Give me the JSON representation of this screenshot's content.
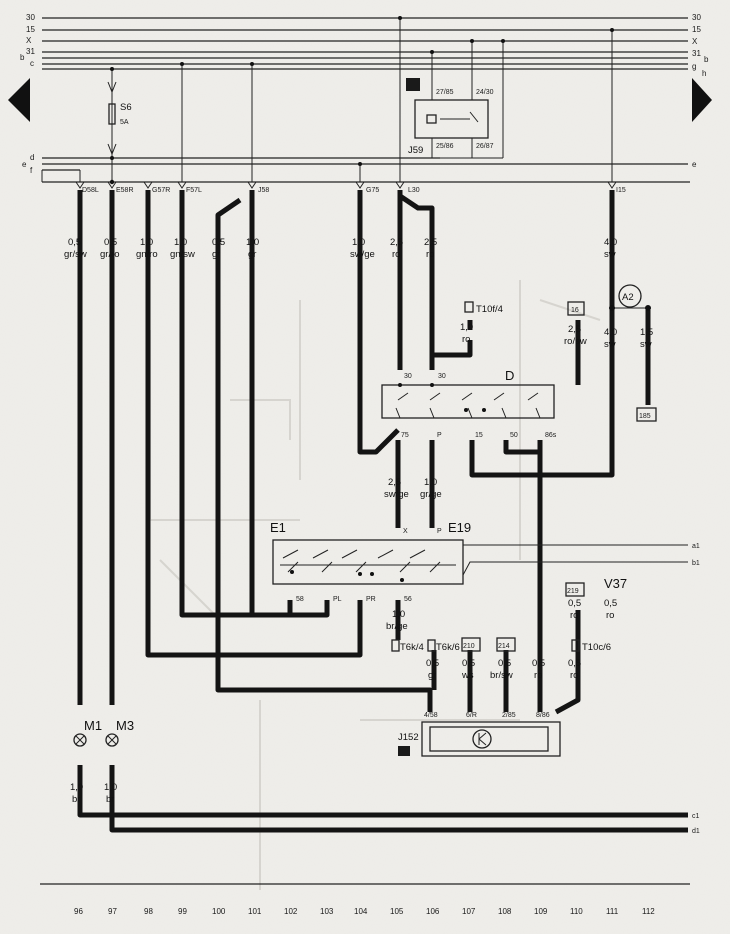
{
  "diagram": {
    "bus_lines_left": [
      "30",
      "15",
      "X",
      "31",
      "b",
      "c",
      "d",
      "e",
      "f"
    ],
    "bus_lines_right": [
      "30",
      "15",
      "X",
      "31",
      "b",
      "g",
      "h",
      "e"
    ],
    "fuse": {
      "name": "S6",
      "rating": "5A"
    },
    "top_terminals": [
      "D58L",
      "E58R",
      "G57R",
      "F57L",
      "J58",
      "G75",
      "L30",
      "I15"
    ],
    "wires": [
      {
        "size": "0,5",
        "color": "gr/sw"
      },
      {
        "size": "0,5",
        "color": "gr/ro"
      },
      {
        "size": "1,0",
        "color": "gn/ro"
      },
      {
        "size": "1,0",
        "color": "gn/sw"
      },
      {
        "size": "0,5",
        "color": "gr"
      },
      {
        "size": "1,0",
        "color": "gr"
      },
      {
        "size": "1,0",
        "color": "sw/ge"
      },
      {
        "size": "2,5",
        "color": "ro"
      },
      {
        "size": "2,5",
        "color": "ro"
      },
      {
        "size": "4,0",
        "color": "sw"
      }
    ],
    "relay": {
      "name": "J59",
      "pins": [
        "27/85",
        "24/30",
        "25/86",
        "26/87"
      ]
    },
    "connector_t10f": {
      "name": "T10f/4",
      "size": "1,0",
      "color": "ro"
    },
    "box_16": "16",
    "wire_2_5_rosw": {
      "size": "2,5",
      "color": "ro/sw"
    },
    "wire_4_0_sw": {
      "size": "4,0",
      "color": "sw"
    },
    "a2": "A2",
    "wire_1_5_sw": {
      "size": "1,5",
      "color": "sw"
    },
    "box_185": "185",
    "switch_d": {
      "name": "D",
      "top_pins": [
        "30",
        "30"
      ],
      "bottom_pins": [
        "75",
        "P",
        "15",
        "50",
        "86s"
      ]
    },
    "wire_sw_ge": {
      "size": "2,5",
      "color": "sw/ge"
    },
    "wire_gr_ge": {
      "size": "1,0",
      "color": "gr/ge"
    },
    "switch_e1": {
      "name": "E1",
      "right_name": "E19",
      "top_pins": [
        "X",
        "P"
      ],
      "bottom_pins": [
        "58",
        "PL",
        "PR",
        "56"
      ]
    },
    "bus_right_labels": [
      "a1",
      "b1"
    ],
    "wire_br_ge": {
      "size": "1,0",
      "color": "br/ge"
    },
    "conn_t6k4": "T6k/4",
    "conn_t6k6": "T6k/6",
    "box_210": "210",
    "box_214": "214",
    "box_219": "219",
    "v37": "V37",
    "conn_t10c6": "T10c/6",
    "lower_wires": [
      {
        "size": "0,5",
        "color": "gr"
      },
      {
        "size": "0,5",
        "color": "ws"
      },
      {
        "size": "0,5",
        "color": "br/sw"
      },
      {
        "size": "0,5",
        "color": "ro"
      },
      {
        "size": "0,5",
        "color": "ro"
      }
    ],
    "v37_wires": [
      {
        "size": "0,5",
        "color": "ro"
      },
      {
        "size": "0,5",
        "color": "ro"
      }
    ],
    "j152": {
      "name": "J152",
      "pins": [
        "4/58",
        "6/R",
        "2/85",
        "8/86"
      ]
    },
    "lamps": [
      {
        "name": "M1"
      },
      {
        "name": "M3"
      }
    ],
    "lamp_wires": [
      {
        "size": "1,0",
        "color": "br"
      },
      {
        "size": "1,0",
        "color": "br"
      }
    ],
    "ground_labels": [
      "c1",
      "d1"
    ],
    "columns": [
      "96",
      "97",
      "98",
      "99",
      "100",
      "101",
      "102",
      "103",
      "104",
      "105",
      "106",
      "107",
      "108",
      "109",
      "110",
      "111",
      "112"
    ]
  }
}
